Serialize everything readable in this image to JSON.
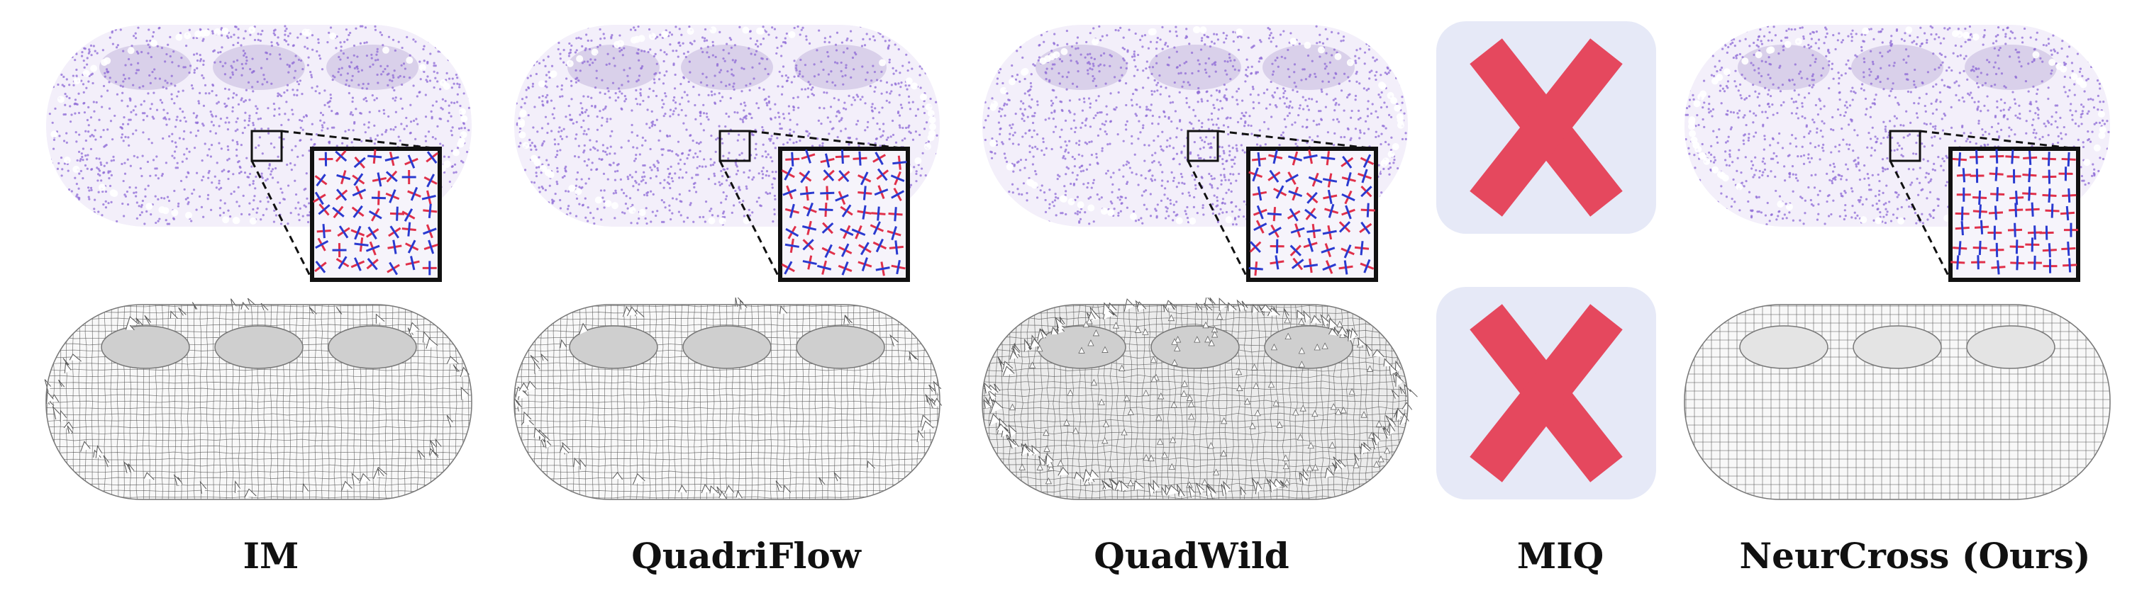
{
  "figure": {
    "methods": [
      {
        "id": "im",
        "label": "IM",
        "status": "ok"
      },
      {
        "id": "quadriflow",
        "label": "QuadriFlow",
        "status": "ok"
      },
      {
        "id": "quadwild",
        "label": "QuadWild",
        "status": "ok"
      },
      {
        "id": "miq",
        "label": "MIQ",
        "status": "failed"
      },
      {
        "id": "neurcross",
        "label": "NeurCross (Ours)",
        "status": "ok"
      }
    ],
    "rows": [
      "cross-field",
      "quad-mesh"
    ],
    "colors": {
      "point_cloud": "#8e6ad6",
      "cross_red": "#e0304a",
      "cross_blue": "#2a3ad0",
      "fail_bg": "#e6e9f7",
      "fail_x": "#e5485e",
      "mesh_line": "#555555"
    },
    "icons": {
      "failure": "x-mark-icon"
    }
  }
}
